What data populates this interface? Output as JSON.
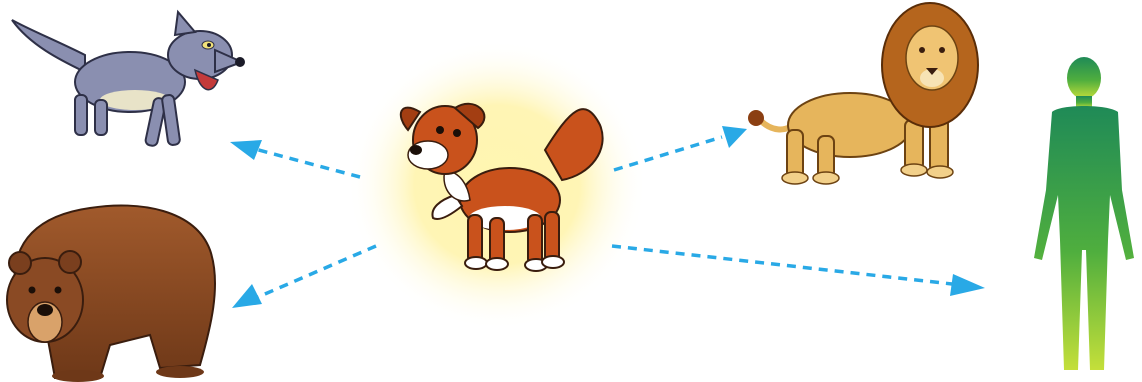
{
  "diagram": {
    "center": {
      "animal": "dog",
      "icon": "dog-icon"
    },
    "targets": [
      {
        "animal": "wolf",
        "icon": "wolf-icon"
      },
      {
        "animal": "bear",
        "icon": "bear-icon"
      },
      {
        "animal": "lion",
        "icon": "lion-icon"
      },
      {
        "animal": "human",
        "icon": "human-silhouette-icon"
      }
    ]
  },
  "colors": {
    "arrow": "#29a9e6",
    "glow": "#fff3a8",
    "dog_body": "#c9521c",
    "wolf_body": "#8a8fb0",
    "bear_body": "#8a4a24",
    "lion_body": "#e6b55c",
    "lion_mane": "#b5651d",
    "human_top": "#1f8a57",
    "human_bottom": "#c4df3a"
  }
}
